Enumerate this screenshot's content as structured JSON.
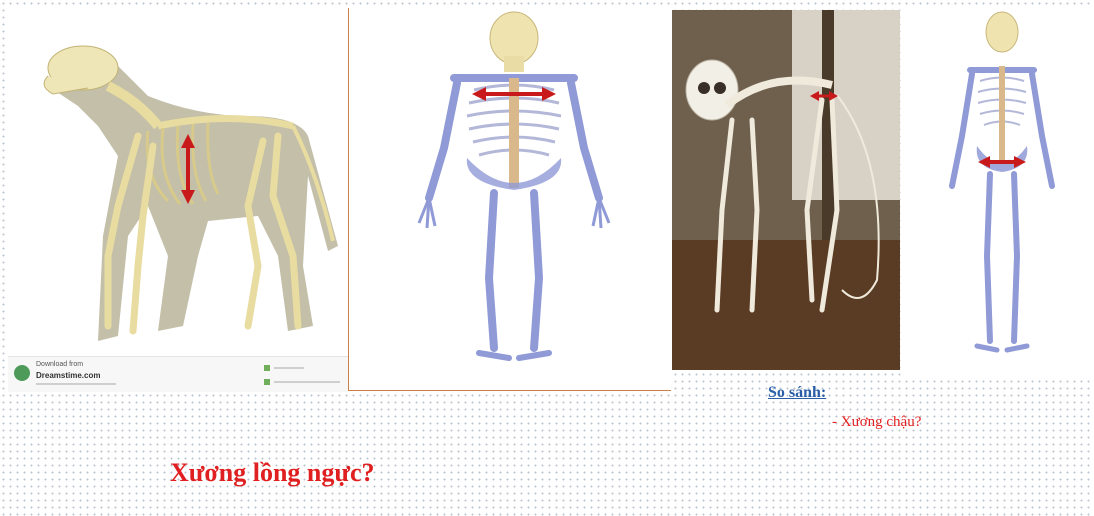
{
  "question_ribcage": "Xương lồng ngực?",
  "compare_label": "So sánh:",
  "question_pelvis": "- Xương chậu?",
  "watermark": {
    "line1": "Download from",
    "line2": "Dreamstime.com"
  },
  "colors": {
    "accent_red": "#e02020",
    "compare_blue": "#2a5fa8",
    "bone_blue": "#8f9ad6",
    "bone_cream": "#efe6b8"
  }
}
